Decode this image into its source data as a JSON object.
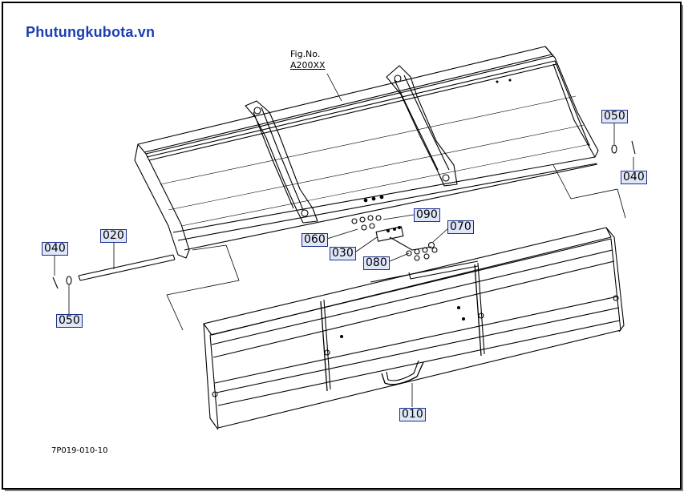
{
  "watermark": "Phutungkubota.vn",
  "figure": {
    "title": "Fig.No.",
    "number": "A200XX"
  },
  "figure_code": "7P019-010-10",
  "callouts": {
    "c050_right": "050",
    "c040_right": "040",
    "c090": "090",
    "c070": "070",
    "c060": "060",
    "c030": "030",
    "c080": "080",
    "c040_left": "040",
    "c020": "020",
    "c050_left": "050",
    "c010": "010"
  },
  "colors": {
    "border": "#000000",
    "callout_fill": "#dfe6f7",
    "callout_border": "#1b2f8a",
    "watermark": "#1a3fb0"
  }
}
